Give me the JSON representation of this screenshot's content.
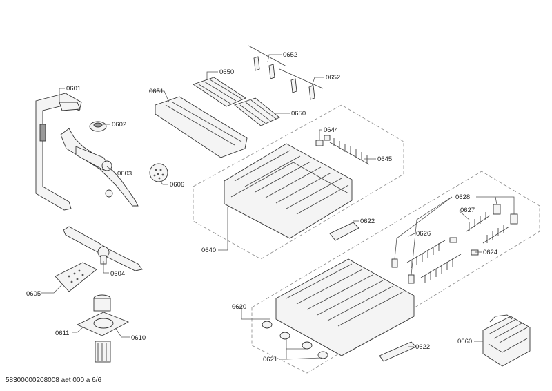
{
  "labels": {
    "l0601": "0601",
    "l0602": "0602",
    "l0603": "0603",
    "l0604": "0604",
    "l0605": "0605",
    "l0606": "0606",
    "l0610": "0610",
    "l0611": "0611",
    "l0620": "0620",
    "l0621": "0621",
    "l0622a": "0622",
    "l0622b": "0622",
    "l0624": "0624",
    "l0626": "0626",
    "l0627": "0627",
    "l0628": "0628",
    "l0640": "0640",
    "l0644": "0644",
    "l0645": "0645",
    "l0650a": "0650",
    "l0650b": "0650",
    "l0651": "0651",
    "l0652a": "0652",
    "l0652b": "0652",
    "l0660": "0660"
  },
  "footer": "58300000208008 aet 000 a 6/6"
}
